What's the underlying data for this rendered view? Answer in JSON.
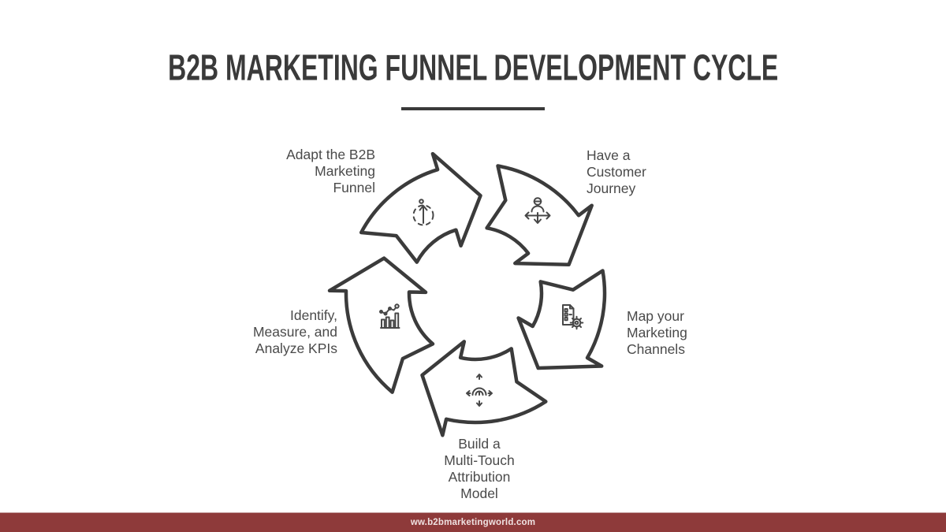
{
  "page": {
    "title": "B2B MARKETING FUNNEL DEVELOPMENT CYCLE"
  },
  "colors": {
    "accent": "#8e3a3a",
    "line": "#3b3b3b",
    "icon": "#474747",
    "label": "#4a4a4a"
  },
  "cycle": {
    "steps": [
      {
        "id": "adapt",
        "label": "Adapt the B2B\nMarketing\nFunnel",
        "icon": "growth-target-icon"
      },
      {
        "id": "journey",
        "label": "Have a\nCustomer\nJourney",
        "icon": "customer-journey-icon"
      },
      {
        "id": "channels",
        "label": "Map your\nMarketing\nChannels",
        "icon": "document-gear-icon"
      },
      {
        "id": "attribution",
        "label": "Build a\nMulti-Touch\nAttribution\nModel",
        "icon": "multi-touch-icon"
      },
      {
        "id": "kpis",
        "label": "Identify,\nMeasure, and\nAnalyze KPIs",
        "icon": "kpi-chart-icon"
      }
    ]
  },
  "footer": {
    "url": "ww.b2bmarketingworld.com"
  }
}
